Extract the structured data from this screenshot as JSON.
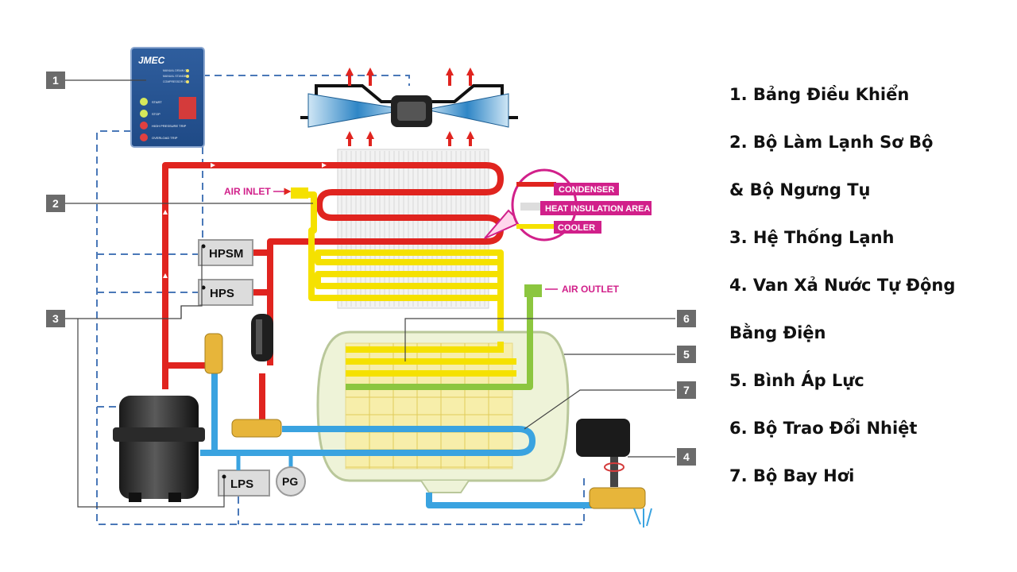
{
  "panel": {
    "brand": "JMEC",
    "indicators": [
      "MANUAL DRAIN ON",
      "MANUAL STANDBY",
      "COMPRESSOR ON"
    ],
    "buttons": [
      "START",
      "STOP",
      "HIGH PRESSURE TRIP",
      "OVERLOAD TRIP"
    ]
  },
  "diagram_labels": {
    "air_inlet": "AIR INLET",
    "air_outlet": "AIR OUTLET",
    "condenser": "CONDENSER",
    "heat_insulation": "HEAT INSULATION AREA",
    "cooler": "COOLER",
    "hpsm": "HPSM",
    "hps": "HPS",
    "lps": "LPS",
    "pg": "PG"
  },
  "callouts": [
    "1",
    "2",
    "3",
    "4",
    "5",
    "6",
    "7"
  ],
  "legend": [
    "1. Bảng Điều Khiển",
    "2. Bộ Làm Lạnh Sơ Bộ",
    "& Bộ Ngưng Tụ",
    "3. Hệ Thống Lạnh",
    "4. Van Xả Nước Tự Động",
    "Bằng Điện",
    "5. Bình Áp Lực",
    "6. Bộ Trao Đổi Nhiệt",
    "7. Bộ Bay Hơi"
  ],
  "colors": {
    "hot": "#e0241f",
    "air": "#f5e100",
    "cold": "#3aa3e0",
    "outlet": "#8cc63f",
    "tank": "#eef3d8",
    "callout": "#6b6b6b",
    "control": "#4a78b8"
  }
}
